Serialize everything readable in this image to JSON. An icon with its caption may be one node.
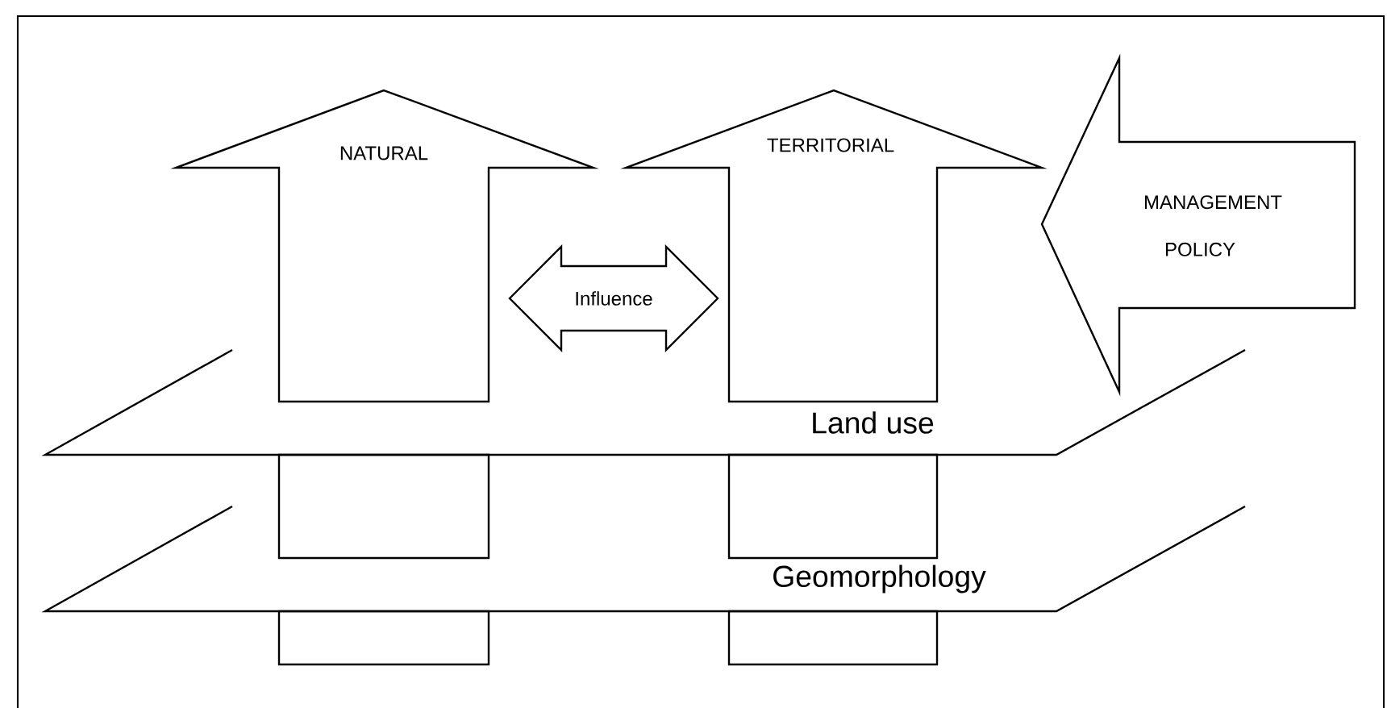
{
  "diagram": {
    "nodes": [
      {
        "text": [
          "NATURAL"
        ]
      },
      {
        "text": [
          "TERRITORIAL"
        ]
      },
      {
        "text": [
          "MANAGEMENT POLICY"
        ]
      },
      {
        "text": [
          "Land use"
        ]
      },
      {
        "text": [],
        "shape": "box"
      },
      {
        "text": [],
        "shape": "box"
      },
      {
        "text": [
          "Geomorphology"
        ]
      },
      {
        "text": [],
        "shape": "box"
      },
      {
        "text": [],
        "shape": "box"
      }
    ],
    "edges": [
      {
        "from": 0,
        "to": 1,
        "arrow": "both",
        "label": "Influence"
      }
    ]
  }
}
